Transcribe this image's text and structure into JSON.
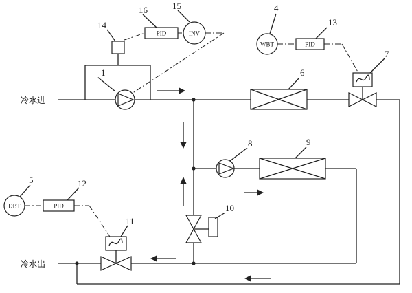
{
  "labels": {
    "inlet": "冷水进",
    "outlet": "冷水出"
  },
  "tags": {
    "pid": "PID",
    "inv": "INV",
    "wbt": "WBT",
    "dbt": "DBT"
  },
  "numbers": {
    "n1": "1",
    "n4": "4",
    "n5": "5",
    "n6": "6",
    "n7": "7",
    "n8": "8",
    "n9": "9",
    "n10": "10",
    "n11": "11",
    "n12": "12",
    "n13": "13",
    "n14": "14",
    "n15": "15",
    "n16": "16"
  }
}
